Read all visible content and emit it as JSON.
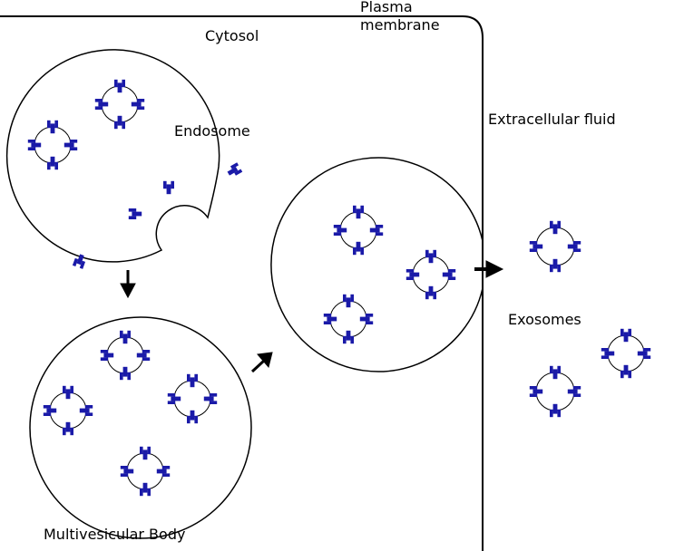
{
  "labels": {
    "cytosol": "Cytosol",
    "plasma": "Plasma",
    "membrane": "membrane",
    "endosome": "Endosome",
    "extracellular": "Extracellular fluid",
    "exosomes": "Exosomes",
    "mvb": "Multivesicular Body"
  },
  "colors": {
    "receptor": "#1a1aa8",
    "line": "#000000"
  }
}
